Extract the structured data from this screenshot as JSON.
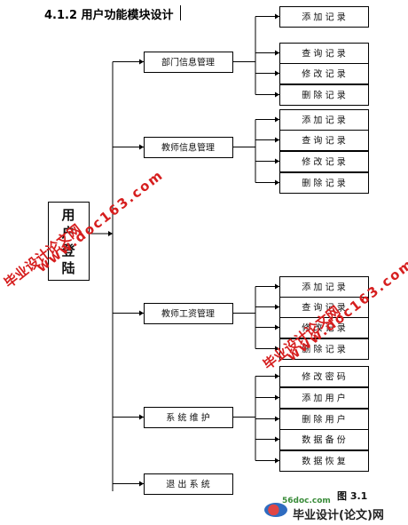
{
  "heading": "4.1.2 用户功能模块设计",
  "root": "用户登陆",
  "modules": [
    {
      "label": "部门信息管理",
      "children": [
        "添 加 记 录",
        "查 询 记 录",
        "修 改 记 录",
        "删 除 记 录"
      ]
    },
    {
      "label": "教师信息管理",
      "children": [
        "添 加 记 录",
        "查 询 记 录",
        "修 改 记 录",
        "删 除 记 录"
      ]
    },
    {
      "label": "教师工资管理",
      "children": [
        "添 加 记 录",
        "查 询 记 录",
        "修 改 记 录",
        "删 除 记 录"
      ]
    },
    {
      "label": "系 统 维 护",
      "children": [
        "修 改 密 码",
        "添 加 用 户",
        "删 除 用 户",
        "数 据 备 份",
        "数 据 恢 复"
      ]
    },
    {
      "label": "退 出 系 统",
      "children": []
    }
  ],
  "caption": "图 3.1",
  "watermarks": {
    "line1": "毕业设计论文网",
    "line2": "www.doc163.com"
  },
  "logo": {
    "url": "56doc.com",
    "text": "毕业设计(论文)网"
  },
  "colors": {
    "line": "#000000",
    "box_border": "#000000",
    "watermark": "#d61e1e"
  }
}
